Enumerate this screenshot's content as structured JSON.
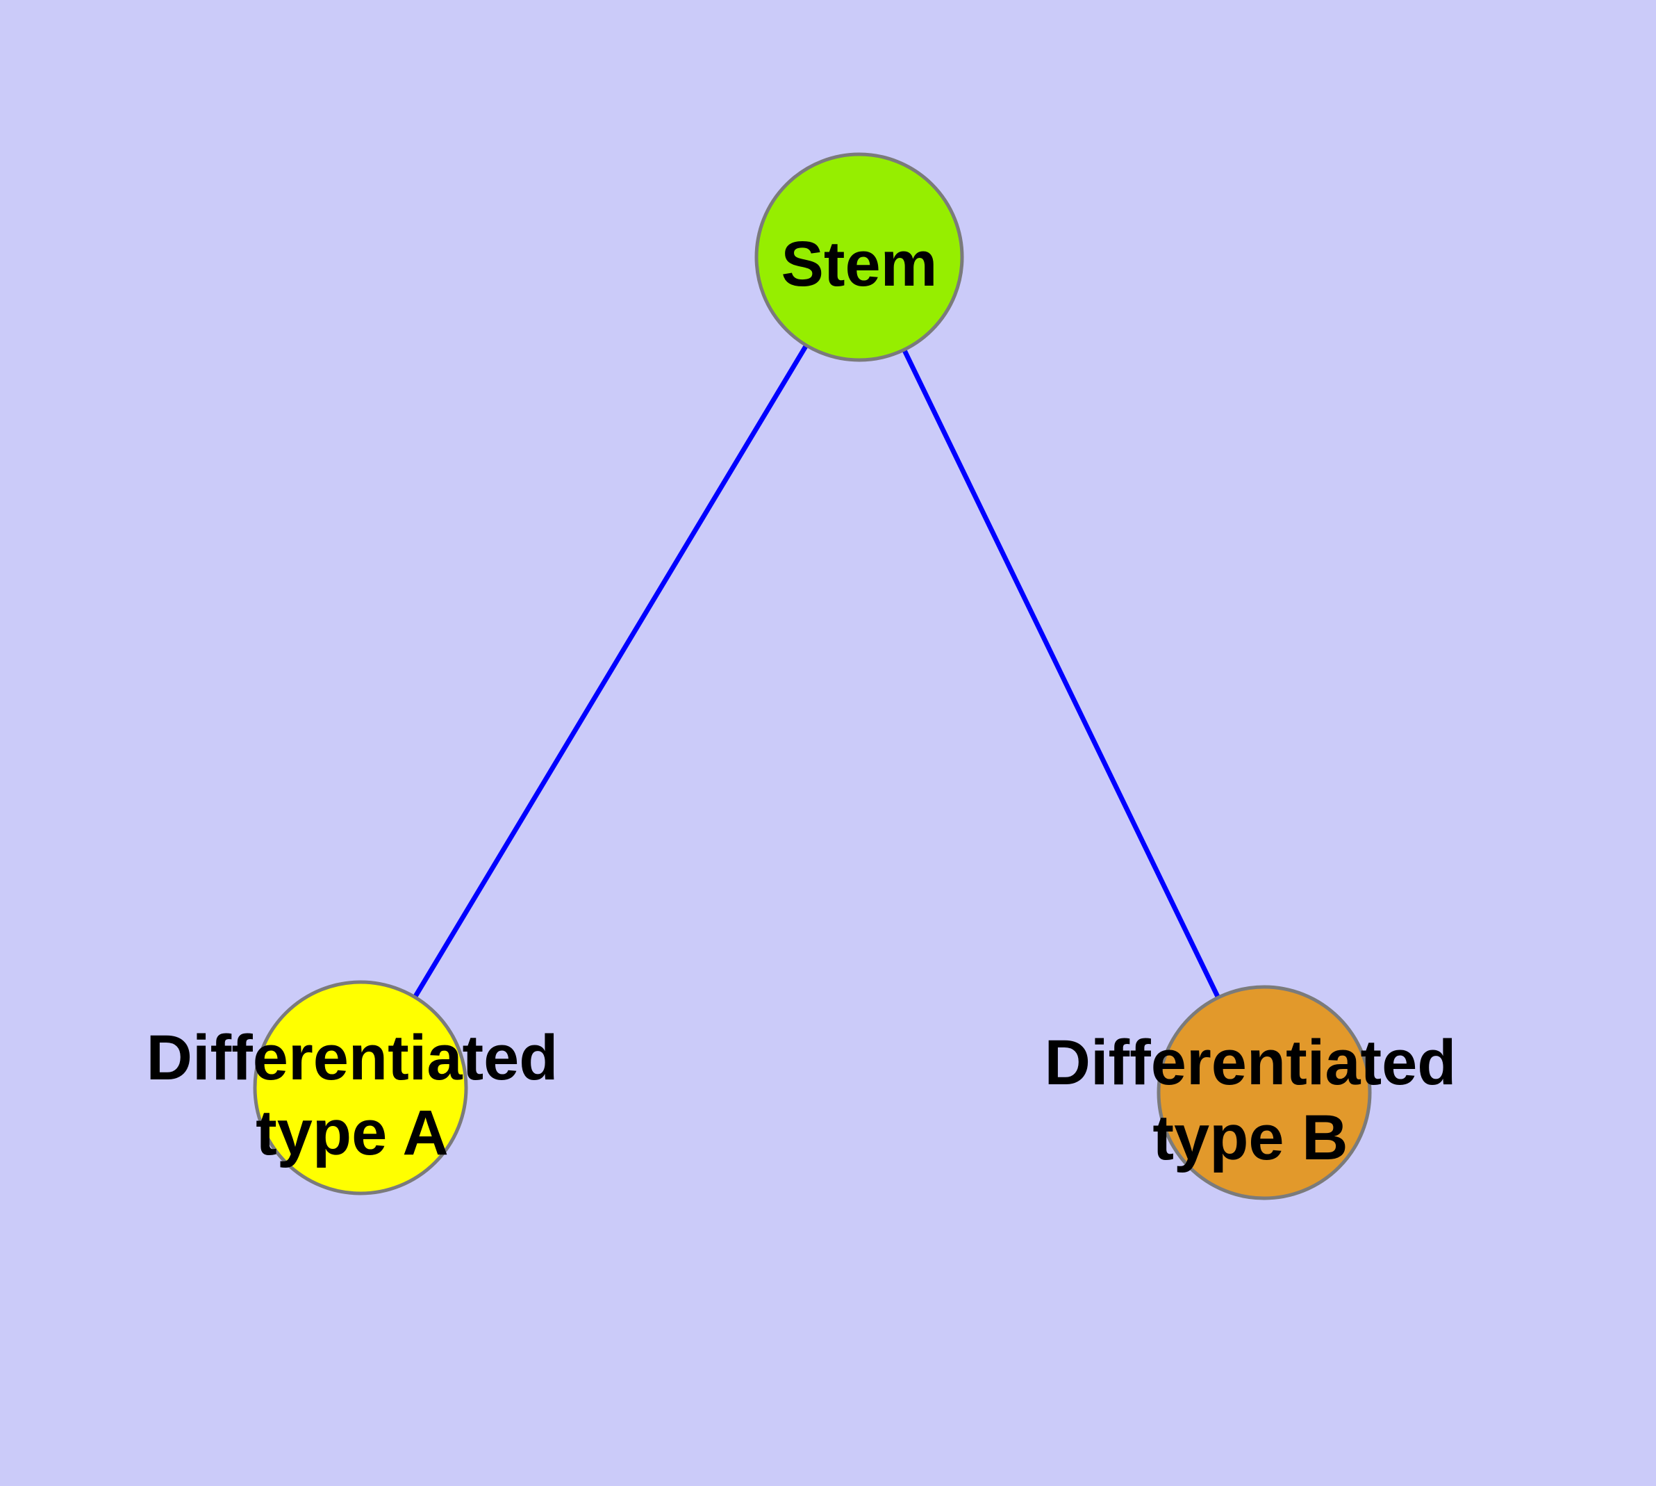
{
  "diagram": {
    "type": "node-link-graph",
    "colors": {
      "background": "#CBCBF9",
      "edge": "#0000FF",
      "node_border": "#7B7B7B",
      "label_text": "#000000"
    },
    "nodes": [
      {
        "id": "stem",
        "label": "Stem",
        "fill": "#96EE00"
      },
      {
        "id": "type-a",
        "label": "Differentiated\ntype A",
        "fill": "#FFFF00"
      },
      {
        "id": "type-b",
        "label": "Differentiated\ntype B",
        "fill": "#E2992B"
      }
    ],
    "edges": [
      {
        "from": "stem",
        "to": "type-a"
      },
      {
        "from": "stem",
        "to": "type-b"
      }
    ]
  }
}
